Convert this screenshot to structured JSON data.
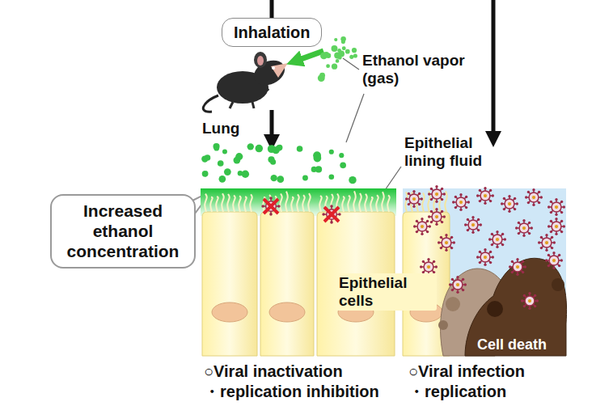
{
  "diagram": {
    "nodes": [
      {
        "text": [
          "Inhalation"
        ]
      },
      {
        "text": [
          "Increased ethanol concentration"
        ]
      }
    ],
    "labels": [
      "Ethanol vapor (gas)",
      "Lung",
      "Epithelial lining fluid",
      "Epithelial cells",
      "Cell death",
      "○Viral inactivation",
      "・replication inhibition",
      "○Viral infection",
      "・replication"
    ]
  }
}
